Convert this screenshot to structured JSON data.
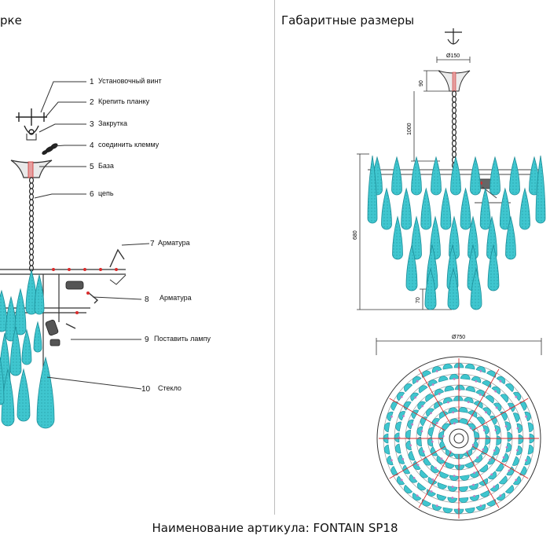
{
  "left_panel": {
    "title": "рке",
    "callouts": [
      {
        "num": "1",
        "label": "Установочный винт"
      },
      {
        "num": "2",
        "label": "Крепить планку"
      },
      {
        "num": "3",
        "label": "Закрутка"
      },
      {
        "num": "4",
        "label": "соединить клемму"
      },
      {
        "num": "5",
        "label": "База"
      },
      {
        "num": "6",
        "label": "цепь"
      },
      {
        "num": "7",
        "label": "Арматура"
      },
      {
        "num": "8",
        "label": "Арматура"
      },
      {
        "num": "9",
        "label": "Поставить лампу"
      },
      {
        "num": "10",
        "label": "Стекло"
      }
    ]
  },
  "right_panel": {
    "title": "Габаритные размеры",
    "dims": {
      "canopy": "Ø150",
      "canopy_height": "90",
      "chain": "1000",
      "height": "680",
      "bottom": "70",
      "diameter": "Ø750"
    }
  },
  "footer": "Наименование артикула: FONTAIN SP18",
  "colors": {
    "glass": "#3fc6cf",
    "glass_edge": "#1e8e99",
    "line": "#333333",
    "accent": "#d92b2b"
  }
}
